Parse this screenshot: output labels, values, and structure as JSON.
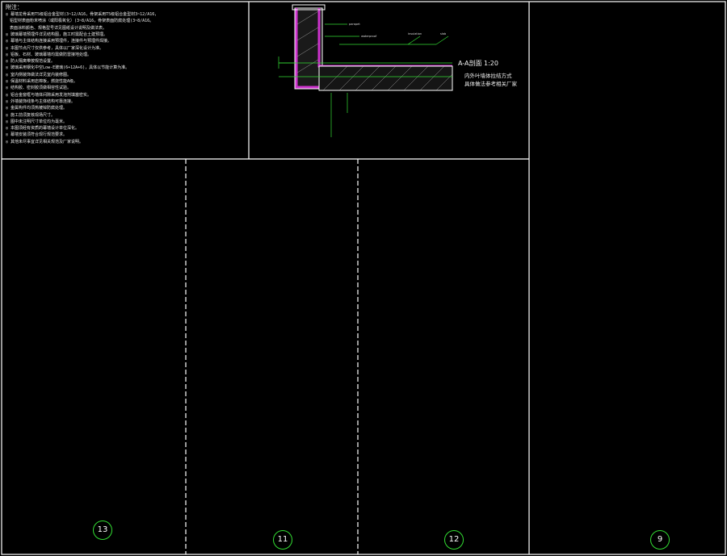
{
  "notes": {
    "heading": "附注：",
    "lines": [
      "◎ 幕墙龙骨采用T5级铝合金型材(3~12/A16，骨架采用T5级铝合金型材3~12/A16，",
      "　铝型材表面粉末喷涂（或阳极氧化）(3~8/A16，骨架表面防腐处理(3~8/A16。",
      "　表面涂料颜色、规格型号详见图纸设计说明及做法表。",
      "◎ 玻璃幕墙预埋件详见结构图，施工时需配合土建预埋。",
      "◎ 幕墙与主体结构连接采用预埋件，连接件与预埋件焊接。",
      "◎ 本图节点尺寸仅供参考，具体以厂家深化设计为准。",
      "◎ 铝板、石材、玻璃幕墙均需做防雷接地处理。",
      "◎ 防火隔离带按规范设置。",
      "◎ 玻璃采用钢化中空Low-E玻璃(6+12A+6)，具体以节能计算为准。",
      "◎ 室内侧装饰做法详见室内装修图。",
      "◎ 保温材料采用岩棉板，燃烧性能A级。",
      "◎ 结构胶、密封胶须做相容性试验。",
      "◎ 铝合金窗框与墙体间隙采用发泡剂填塞密实。",
      "◎ 外墙装饰线条与主体结构可靠连接。",
      "◎ 金属构件均须热镀锌防腐处理。",
      "◎ 施工前须复核现场尺寸。",
      "◎ 图中未注明尺寸单位均为毫米。",
      "◎ 本图须经有资质的幕墙设计单位深化。",
      "◎ 幕墙安装须符合现行规范要求。",
      "◎ 其他未尽事宜详见相关规范及厂家说明。"
    ]
  },
  "section_title": "A-A剖面 1:20",
  "section_notes": [
    "内外叶墙体拉结方式",
    "具体做法参考相关厂家"
  ],
  "detail_numbers": [
    "13",
    "11",
    "12",
    "9"
  ],
  "colors": {
    "background": "#000000",
    "frame": "#ffffff",
    "dimension": "#33dd33",
    "slab": "#cc33cc",
    "wall": "#ffffff",
    "glass": "#33bbff",
    "window": "#ff4444",
    "hatch": "#c8c8c8"
  }
}
